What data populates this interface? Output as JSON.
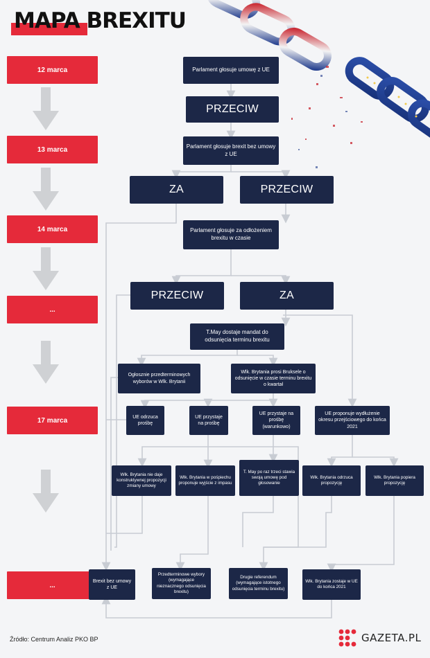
{
  "title": "MAPA BREXITU",
  "dates": [
    "12 marca",
    "13 marca",
    "14 marca",
    "...",
    "17 marca",
    "..."
  ],
  "nodes": {
    "vote_deal": "Parlament głosuje umowę z UE",
    "against_1": "PRZECIW",
    "vote_nodeal": "Parlament głosuje brexit bez umowy z UE",
    "for_2": "ZA",
    "against_2": "PRZECIW",
    "vote_delay": "Parlament głosuje za odłożeniem brexitu w czasie",
    "against_3": "PRZECIW",
    "for_3": "ZA",
    "may_mandate": "T.May dostaje mandat do odsunięcia terminu brexitu",
    "early_elections_announce": "Ogłosznie przedterminowych wyborów w Wlk. Brytanii",
    "uk_asks_brussels": "Wlk. Brytania prosi Bruksele o odsunięcie w czasie terminu brexitu o kwartał",
    "eu_rejects": "UE odrzuca prośbę",
    "eu_accepts": "UE przystaje na prośbę",
    "eu_accepts_conditional": "UE przystaje na prośbę (warunkowo)",
    "eu_proposes_transition": "UE proponuje wydłużenie okresu przejściowego do końca 2021",
    "uk_no_proposal": "Wlk. Brytania nie daje konstruktywnej propozycji zmiany umowy",
    "uk_hasty_exit": "Wlk. Brytania w pośpiechu proponuje wyjście z impasu",
    "may_third_vote": "T. May po raz trzeci stawia swoją umowę pod głosowanie",
    "uk_rejects_proposal": "Wlk. Brytania odrzuca propozycję",
    "uk_supports_proposal": "Wlk. Brytania popiera propozycję",
    "brexit_no_deal": "Brexit bez umowy z UE",
    "early_elections": "Przedterminowe wybory (wymagające nieznacznego odsunięcia brexitu)",
    "second_referendum": "Drugie referendum (wymagające istotnego odsunięcia terminu brexitu)",
    "uk_stays": "Wlk. Brytania zostaje w UE do końca 2021"
  },
  "source": "Źródło: Centrum Analiz PKO BP",
  "logo": "GAZETA.PL",
  "colors": {
    "accent": "#e52a3a",
    "box": "#1c2747",
    "line": "#c8ccd3",
    "arrow": "#cfd1d4"
  },
  "icons": [
    "chain-decoration",
    "down-arrow-icon",
    "gazeta-logo-icon"
  ]
}
